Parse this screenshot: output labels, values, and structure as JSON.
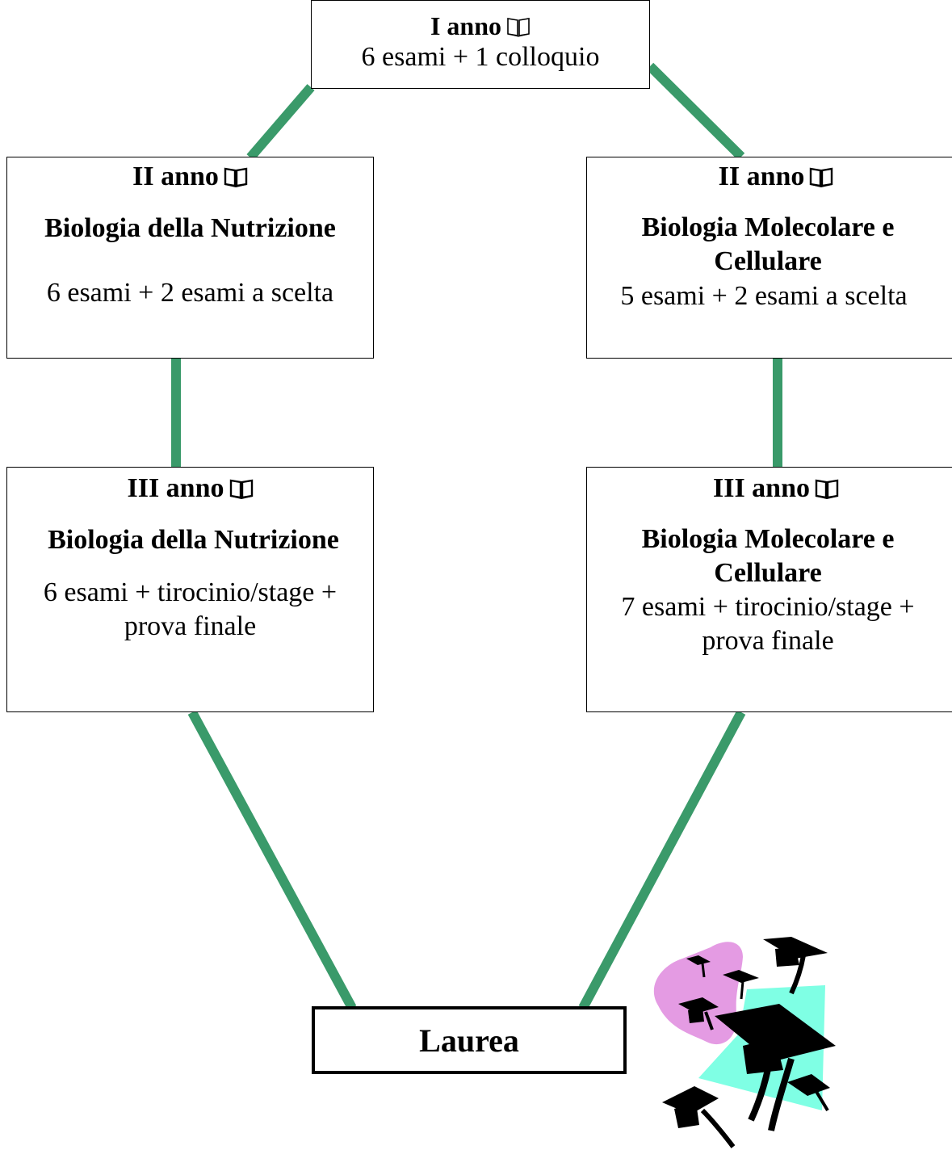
{
  "colors": {
    "connector": "#3a9a6a",
    "blob_pink": "#e49be3",
    "blob_cyan": "#7fffe4"
  },
  "year1": {
    "title": "I anno",
    "line": "6 esami + 1 colloquio",
    "icon": "book-icon"
  },
  "year2_left": {
    "title": "II anno",
    "subtitle": "Biologia della Nutrizione",
    "line": "6 esami + 2 esami a scelta",
    "icon": "book-icon"
  },
  "year2_right": {
    "title": "II anno",
    "subtitle": "Biologia Molecolare e Cellulare",
    "line": "5 esami + 2 esami a scelta",
    "icon": "book-icon"
  },
  "year3_left": {
    "title": "III anno",
    "subtitle": "Biologia della Nutrizione",
    "line": "6 esami + tirocinio/stage + prova finale",
    "icon": "book-icon"
  },
  "year3_right": {
    "title": "III anno",
    "subtitle": "Biologia Molecolare e Cellulare",
    "line": "7 esami + tirocinio/stage + prova finale",
    "icon": "book-icon"
  },
  "final": {
    "title": "Laurea"
  },
  "decoration": {
    "icon": "graduation-caps-icon"
  }
}
